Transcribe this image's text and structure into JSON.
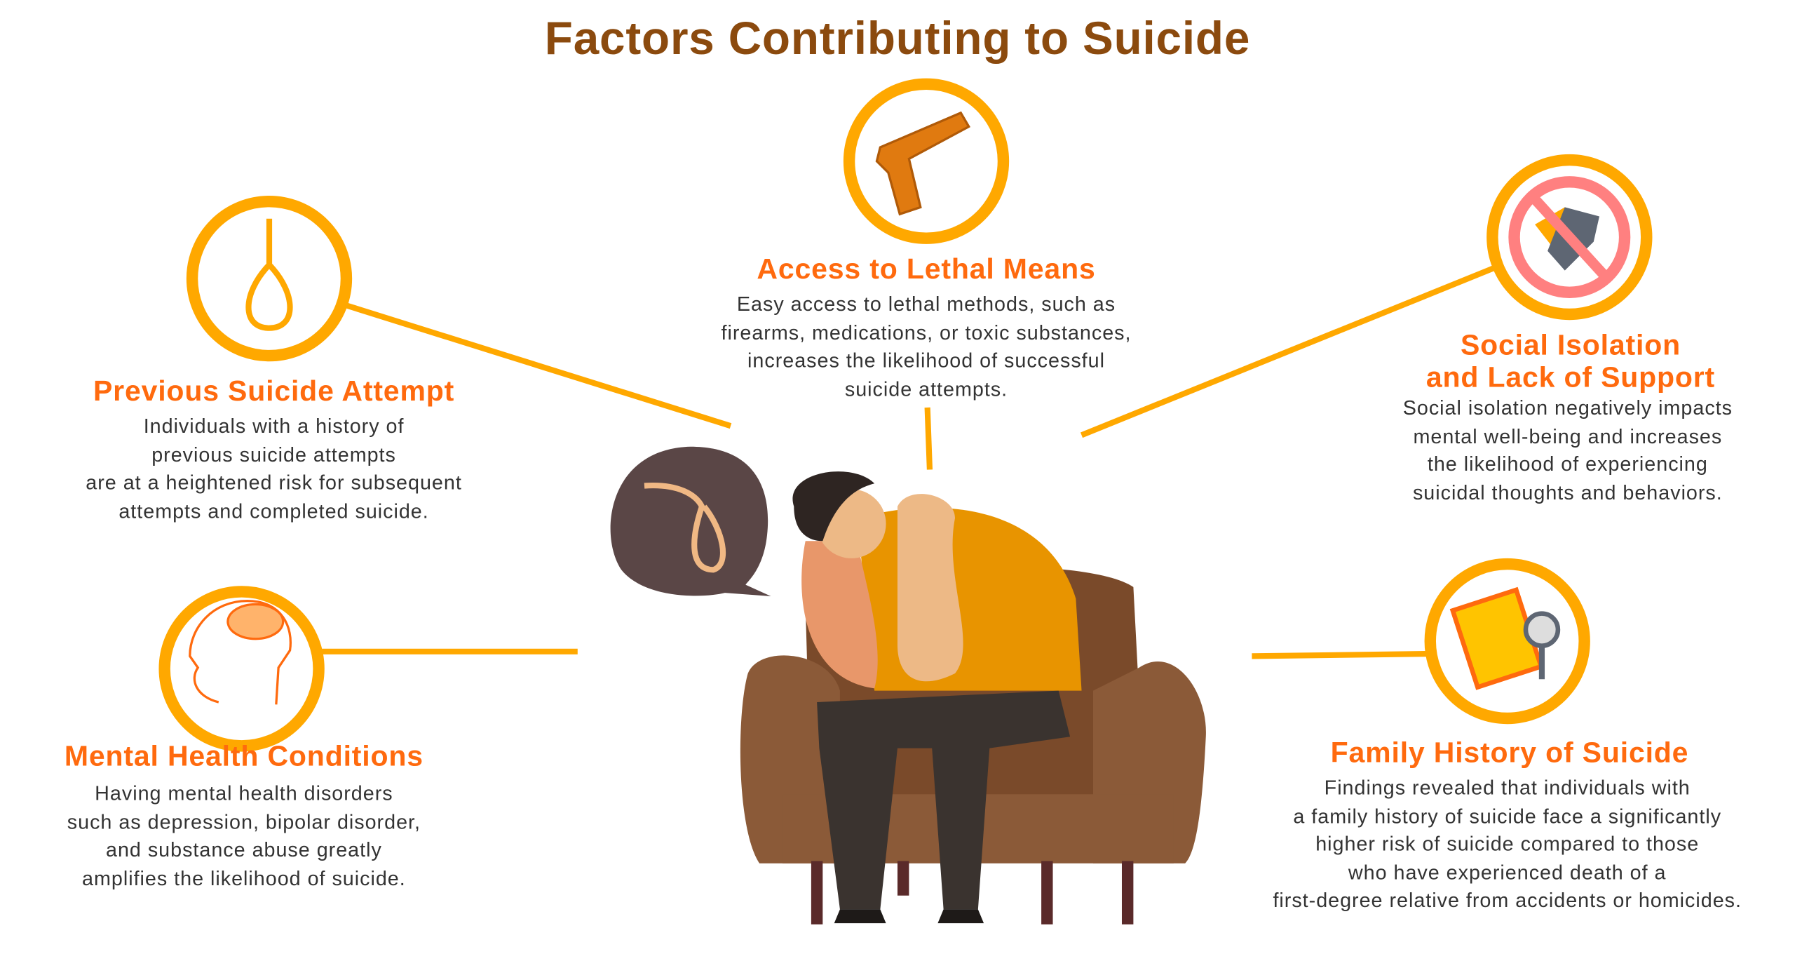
{
  "title": "Factors Contributing to Suicide",
  "factors": {
    "lethal_means": {
      "heading": "Access to Lethal Means",
      "lines": [
        "Easy access to lethal methods, such as",
        "firearms, medications, or toxic substances,",
        "increases the likelihood of successful",
        "suicide attempts."
      ],
      "icon": "gun-icon"
    },
    "previous_attempt": {
      "heading": "Previous Suicide Attempt",
      "lines": [
        "Individuals with a history of",
        "previous suicide attempts",
        "are at a heightened risk for subsequent",
        "attempts and completed suicide."
      ],
      "icon": "noose-icon"
    },
    "social_isolation": {
      "heading_lines": [
        "Social Isolation",
        "and Lack of Support"
      ],
      "lines": [
        "Social isolation negatively impacts",
        "mental well-being and increases",
        "the likelihood of experiencing",
        "suicidal thoughts and behaviors."
      ],
      "icon": "no-handshake-icon"
    },
    "mental_health": {
      "heading": "Mental Health Conditions",
      "lines": [
        "Having mental health disorders",
        "such as depression, bipolar disorder,",
        "and substance abuse greatly",
        "amplifies the likelihood of suicide."
      ],
      "icon": "brain-head-icon"
    },
    "family_history": {
      "heading": "Family History of Suicide",
      "lines": [
        "Findings revealed that individuals with",
        "a family history of suicide face a significantly",
        "higher risk of suicide compared to those",
        "who have experienced death of a",
        "first-degree relative from accidents or homicides."
      ],
      "icon": "family-book-icon"
    }
  },
  "colors": {
    "title": "#8B4A0E",
    "heading": "#FF6A0E",
    "accent": "#FFA800",
    "text": "#333333"
  }
}
